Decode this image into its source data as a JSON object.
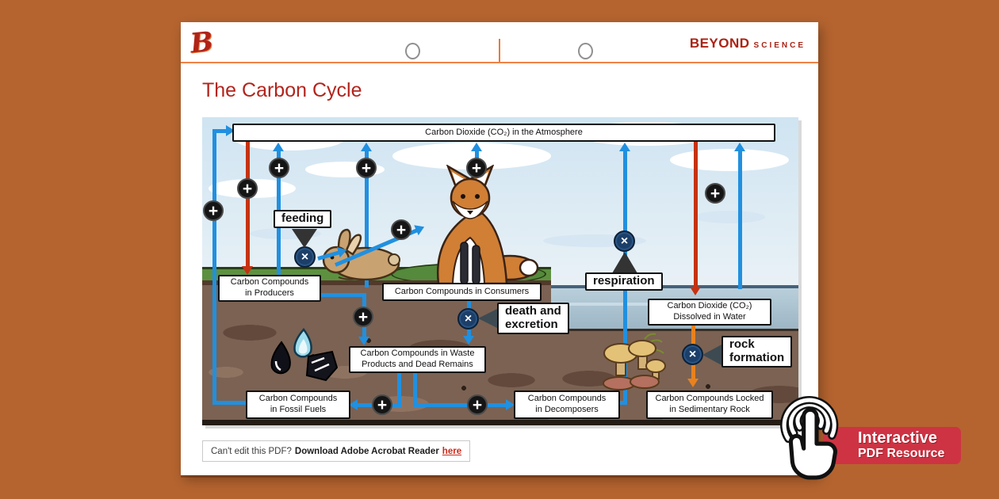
{
  "header": {
    "logo": "B",
    "brand_primary": "BEYOND",
    "brand_secondary": "SCIENCE"
  },
  "title": "The Carbon Cycle",
  "glyphs": {
    "plus": "+",
    "cross": "×"
  },
  "diagram": {
    "boxes": {
      "atmosphere": {
        "l1": "Carbon Dioxide (CO₂) in the Atmosphere"
      },
      "producers": {
        "l1": "Carbon Compounds",
        "l2": "in Producers"
      },
      "consumers": {
        "l1": "Carbon Compounds in Consumers"
      },
      "dissolved": {
        "l1": "Carbon Dioxide (CO₂)",
        "l2": "Dissolved in Water"
      },
      "waste": {
        "l1": "Carbon Compounds in Waste",
        "l2": "Products and Dead Remains"
      },
      "fossil": {
        "l1": "Carbon Compounds",
        "l2": "in Fossil Fuels"
      },
      "decomposers": {
        "l1": "Carbon Compounds",
        "l2": "in Decomposers"
      },
      "sedimentary": {
        "l1": "Carbon Compounds Locked",
        "l2": "in Sedimentary Rock"
      }
    },
    "labels": {
      "feeding": {
        "l1": "feeding"
      },
      "respiration": {
        "l1": "respiration"
      },
      "death": {
        "l1": "death and",
        "l2": "excretion"
      },
      "rock": {
        "l1": "rock",
        "l2": "formation"
      }
    }
  },
  "footer": {
    "prefix": "Can't edit this PDF?",
    "bold": "Download Adobe Acrobat Reader",
    "link": "here"
  },
  "badge": {
    "line1": "Interactive",
    "line2": "PDF Resource"
  },
  "colors": {
    "background": "#b5642f",
    "brand_red": "#ab2215",
    "accent_orange": "#ef8348",
    "arrow_blue": "#2090e0",
    "arrow_red": "#c63212",
    "arrow_orange": "#e8821e",
    "badge_red": "#ce3343",
    "cross_navy": "#1c3f69",
    "plus_black": "#151515"
  }
}
